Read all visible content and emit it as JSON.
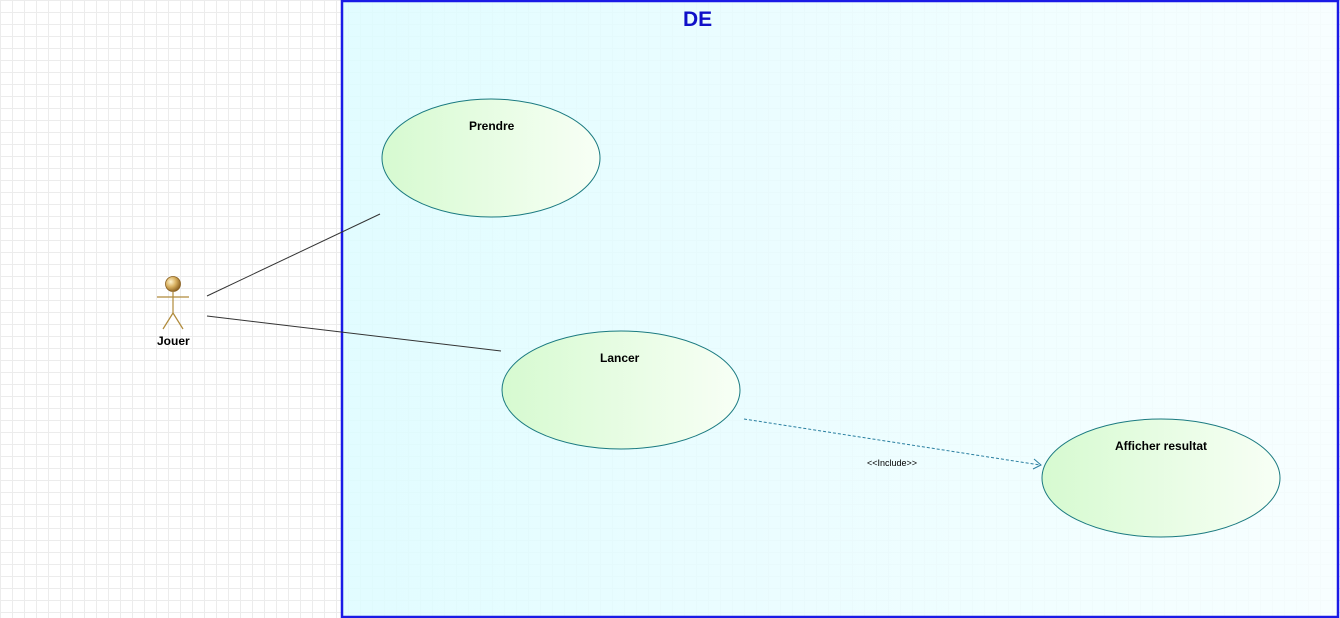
{
  "diagram": {
    "system": {
      "title": "DE",
      "border_color": "#1a1ae6",
      "title_color": "#1010c8",
      "fill_color": "#e6fdff"
    },
    "actor": {
      "name": "Jouer",
      "color": "#c8a040"
    },
    "use_cases": [
      {
        "id": "prendre",
        "label": "Prendre"
      },
      {
        "id": "lancer",
        "label": "Lancer"
      },
      {
        "id": "afficher",
        "label": "Afficher resultat"
      }
    ],
    "associations": [
      {
        "from": "Jouer",
        "to": "Prendre"
      },
      {
        "from": "Jouer",
        "to": "Lancer"
      }
    ],
    "dependencies": [
      {
        "from": "Lancer",
        "to": "Afficher resultat",
        "stereotype": "<<Include>>",
        "color": "#2a7fa0"
      }
    ],
    "use_case_border_color": "#1a7a80",
    "use_case_fill_color": "#d8fbd0"
  }
}
